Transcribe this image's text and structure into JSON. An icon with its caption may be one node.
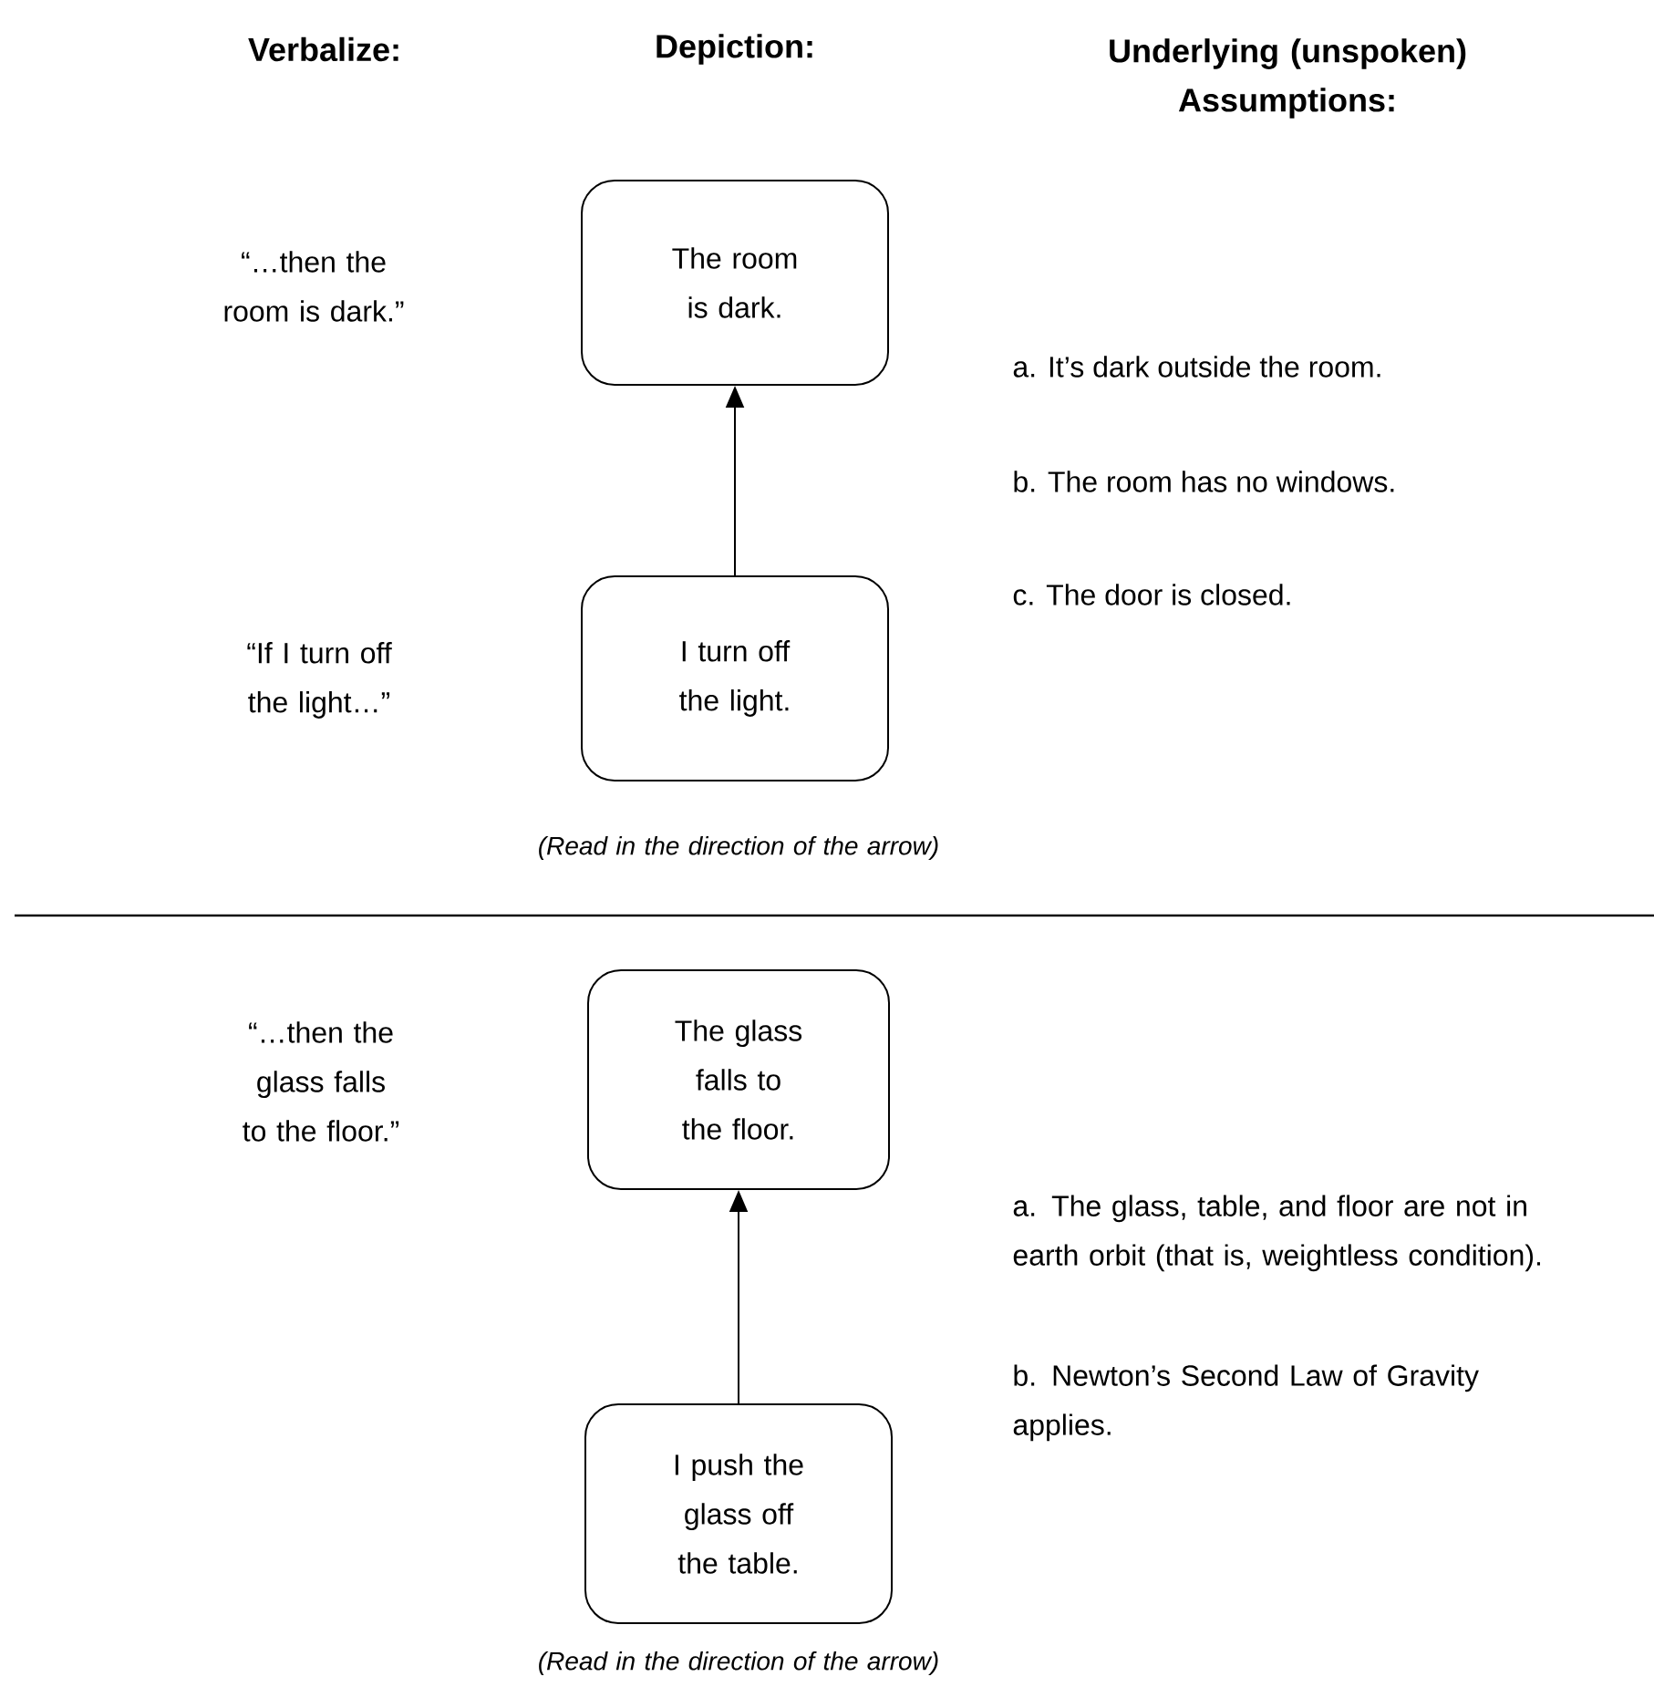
{
  "diagram": {
    "nodes": [
      {
        "text": [
          "The room is dark."
        ]
      },
      {
        "text": [
          "I turn off the light."
        ]
      },
      {
        "text": [
          "The glass falls to the floor."
        ]
      },
      {
        "text": [
          "I push the glass off the table."
        ]
      }
    ],
    "edges": [
      {
        "from": 1,
        "to": 0,
        "arrow": "to"
      },
      {
        "from": 3,
        "to": 2,
        "arrow": "to"
      }
    ],
    "labels": [
      "Verbalize:",
      "Depiction:",
      "Underlying (unspoken) Assumptions:",
      "“…then the room is dark.”",
      "a. It’s dark outside the room.",
      "b. The room has no windows.",
      "c. The door is closed.",
      "“If I turn off the light…”",
      "(Read in the direction of the arrow)",
      "“…then the glass falls to the floor.”",
      "a. The glass, table, and floor are not in earth orbit (that is, weightless condition).",
      "b. Newton’s Second Law of Gravity applies.",
      "(Read in the direction of the arrow)"
    ]
  }
}
